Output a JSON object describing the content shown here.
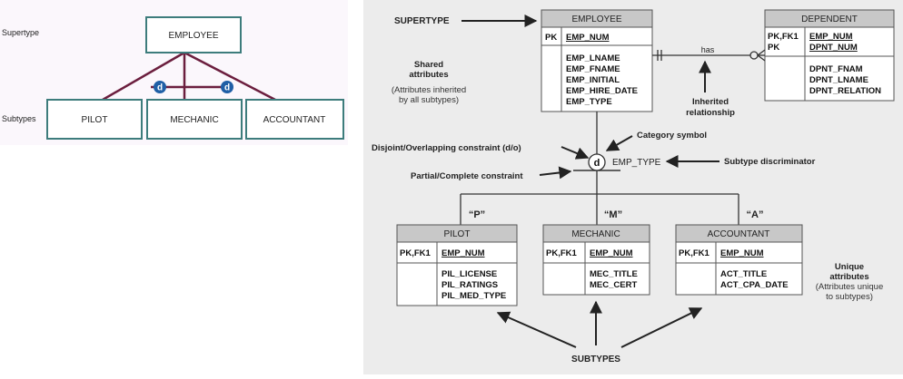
{
  "left_diagram": {
    "supertype_label": "Supertype",
    "subtypes_label": "Subtypes",
    "supertype": "EMPLOYEE",
    "subtypes": [
      "PILOT",
      "MECHANIC",
      "ACCOUNTANT"
    ],
    "symbol": "d",
    "colors": {
      "background": "#fbf7fc",
      "box_border": "#3d7c7c",
      "line": "#6b1e3e",
      "symbol": "#1f5fa6"
    }
  },
  "right_diagram": {
    "colors": {
      "background": "#ececec",
      "header": "#c8c8c8",
      "border": "#555555"
    },
    "supertype": {
      "name": "EMPLOYEE",
      "pk_label": "PK",
      "pk_field": "EMP_NUM",
      "fields": [
        "EMP_LNAME",
        "EMP_FNAME",
        "EMP_INITIAL",
        "EMP_HIRE_DATE",
        "EMP_TYPE"
      ]
    },
    "dependent": {
      "name": "DEPENDENT",
      "keys": [
        "PK,FK1",
        "PK"
      ],
      "key_fields": [
        "EMP_NUM",
        "DPNT_NUM"
      ],
      "fields": [
        "DPNT_FNAM",
        "DPNT_LNAME",
        "DPNT_RELATION"
      ]
    },
    "subtypes": [
      {
        "name": "PILOT",
        "code": "“P”",
        "pk_label": "PK,FK1",
        "pk_field": "EMP_NUM",
        "fields": [
          "PIL_LICENSE",
          "PIL_RATINGS",
          "PIL_MED_TYPE"
        ]
      },
      {
        "name": "MECHANIC",
        "code": "“M”",
        "pk_label": "PK,FK1",
        "pk_field": "EMP_NUM",
        "fields": [
          "MEC_TITLE",
          "MEC_CERT"
        ]
      },
      {
        "name": "ACCOUNTANT",
        "code": "“A”",
        "pk_label": "PK,FK1",
        "pk_field": "EMP_NUM",
        "fields": [
          "ACT_TITLE",
          "ACT_CPA_DATE"
        ]
      }
    ],
    "relationship_label": "has",
    "discriminator_field": "EMP_TYPE",
    "symbol": "d",
    "annotations": {
      "supertype": "SUPERTYPE",
      "shared_1": "Shared",
      "shared_2": "attributes",
      "inherited_attr_1": "(Attributes inherited",
      "inherited_attr_2": "by all subtypes)",
      "inherited_rel_1": "Inherited",
      "inherited_rel_2": "relationship",
      "category_symbol": "Category symbol",
      "disjoint": "Disjoint/Overlapping constraint (d/o)",
      "partial": "Partial/Complete constraint",
      "discriminator": "Subtype discriminator",
      "unique_1": "Unique",
      "unique_2": "attributes",
      "unique_3": "(Attributes unique",
      "unique_4": "to subtypes)",
      "subtypes": "SUBTYPES"
    }
  }
}
